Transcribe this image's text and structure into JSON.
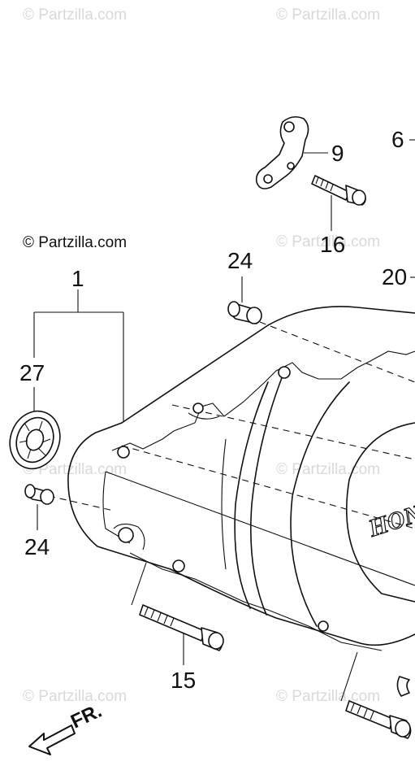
{
  "watermarks": {
    "text": "© Partzilla.com",
    "primary": "© Partzilla.com"
  },
  "callouts": {
    "c1": "1",
    "c6": "6",
    "c9": "9",
    "c15": "15",
    "c16": "16",
    "c20": "20",
    "c24_top": "24",
    "c24_bottom": "24",
    "c27": "27"
  },
  "direction_label": "FR.",
  "cover_logo": "HON",
  "colors": {
    "line": "#111111",
    "watermark": "#d9d9d9",
    "background": "#ffffff"
  }
}
